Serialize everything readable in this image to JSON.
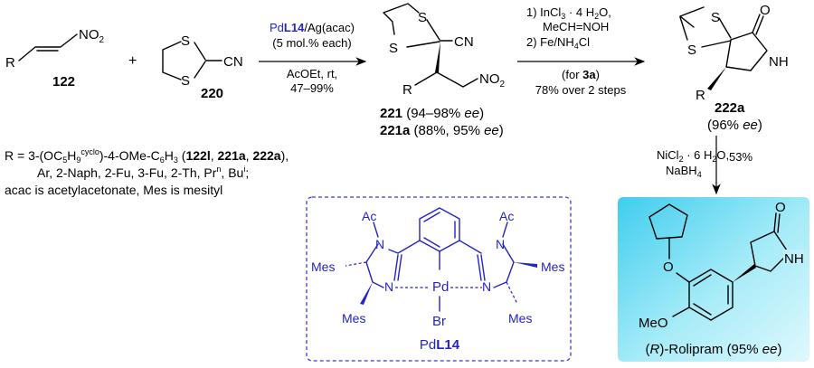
{
  "compounds": {
    "c122": {
      "number": "122",
      "r": "R",
      "group": "NO",
      "sub": "2"
    },
    "c220": {
      "number": "220",
      "s1": "S",
      "s2": "S",
      "cn": "CN"
    },
    "c221": {
      "s1": "S",
      "s2": "S",
      "cn": "CN",
      "r": "R",
      "group": "NO",
      "sub": "2",
      "line1_num": "221",
      "line1_rest": " (94–98% ",
      "line1_ee": "ee",
      "line1_close": ")",
      "line2_num": "221a",
      "line2_rest": " (88%, 95% ",
      "line2_ee": "ee",
      "line2_close": ")"
    },
    "c222a": {
      "s1": "S",
      "s2": "S",
      "o": "O",
      "nh": "NH",
      "r": "R",
      "number": "222a",
      "ee_open": "(96% ",
      "ee": "ee",
      "ee_close": ")"
    },
    "rolipram": {
      "o1": "O",
      "o2": "O",
      "nh": "NH",
      "meo": "MeO",
      "name_open": "(",
      "name_r": "R",
      "name_rest": ")-Rolipram (95% ",
      "name_ee": "ee",
      "name_close": ")"
    },
    "catalyst": {
      "ac1": "Ac",
      "ac2": "Ac",
      "n1": "N",
      "n2": "N",
      "n3": "N",
      "n4": "N",
      "mes1": "Mes",
      "mes2": "Mes",
      "mes3": "Mes",
      "mes4": "Mes",
      "pd": "Pd",
      "br": "Br",
      "name_pd": "Pd",
      "name_l": "L14"
    }
  },
  "plus": "+",
  "arrow1": {
    "above1_pd": "Pd",
    "above1_l": "L14",
    "above1_rest": "/Ag(acac)",
    "above2": "(5 mol.% each)",
    "below1": "AcOEt, rt,",
    "below2": "47–99%"
  },
  "arrow2": {
    "above1": "1) InCl",
    "above1_sub": "3",
    "above1_rest": " · 4 H",
    "above1_sub2": "2",
    "above1_end": "O,",
    "above2": "MeCH=NOH",
    "above3": "2) Fe/NH",
    "above3_sub": "4",
    "above3_end": "Cl",
    "below1_open": "(for ",
    "below1_num": "3a",
    "below1_close": ")",
    "below2": "78% over 2 steps"
  },
  "arrow3": {
    "left1": "NiCl",
    "left1_sub": "2",
    "left1_rest": " · 6 H",
    "left1_sub2": "2",
    "left1_end": "O,",
    "left2": "NaBH",
    "left2_sub": "4",
    "right": "53%"
  },
  "notes": {
    "line1_a": "R = 3-(OC",
    "line1_sub1": "5",
    "line1_b": "H",
    "line1_sub2": "9",
    "line1_sup": "cyclo",
    "line1_c": ")-4-OMe-C",
    "line1_sub3": "6",
    "line1_d": "H",
    "line1_sub4": "3",
    "line1_e": " (",
    "line1_b1": "122l",
    "line1_f": ", ",
    "line1_b2": "221a",
    "line1_g": ", ",
    "line1_b3": "222a",
    "line1_h": "),",
    "line2_a": "Ar, 2-Naph, 2-Fu, 3-Fu, 2-Th, Pr",
    "line2_sup1": "n",
    "line2_b": ", Bu",
    "line2_sup2": "i",
    "line2_c": ";",
    "line3": "acac is acetylacetonate, Mes is mesityl"
  },
  "colors": {
    "catalyst": "#2323c8",
    "rolipram_box": "#4fd3ee",
    "catalyst_frame": "#3b3bd6"
  }
}
